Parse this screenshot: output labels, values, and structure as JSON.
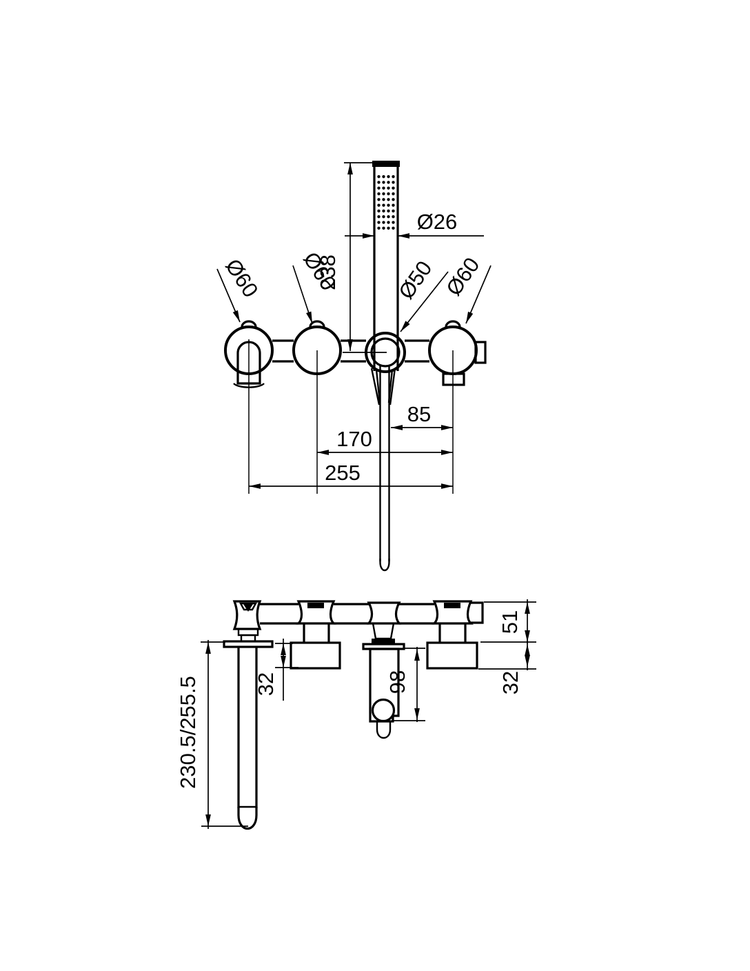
{
  "drawing": {
    "kind": "tap-set technical dimension drawing",
    "front_view": {
      "diameter_labels": {
        "spout_escutcheon": "Ø60",
        "left_handle": "Ø60",
        "shower_holder": "Ø50",
        "right_handle": "Ø60"
      },
      "dimensions": {
        "handshower_top_to_bar": "238",
        "handshower_diameter": "Ø26",
        "holder_to_right_handle": "85",
        "left_handle_to_right_handle": "170",
        "spout_to_right_handle": "255"
      }
    },
    "side_view": {
      "dimensions": {
        "bar_body_depth": "51",
        "left_handle_projection": "32",
        "holder_projection": "98",
        "right_handle_projection": "32",
        "spout_reach": "230.5/255.5"
      }
    },
    "colors": {
      "line": "#000000",
      "background": "#ffffff"
    }
  }
}
